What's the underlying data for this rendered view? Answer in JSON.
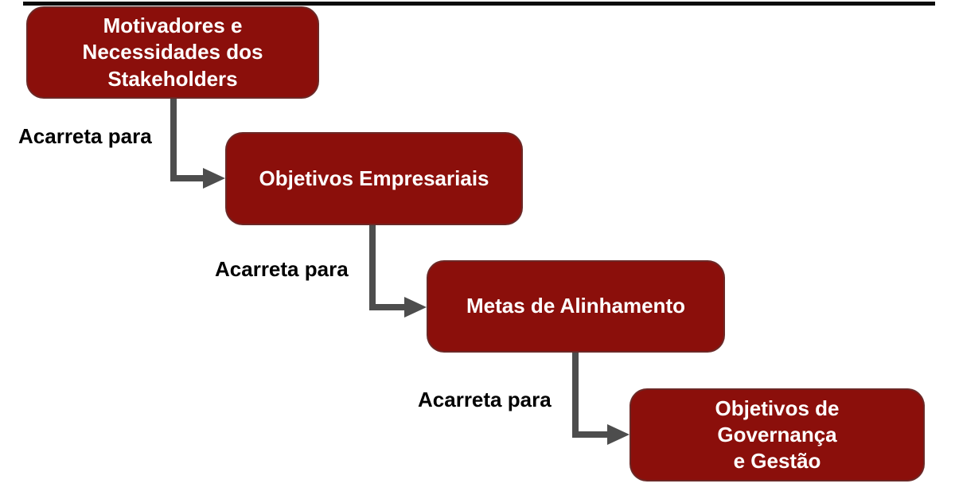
{
  "diagram": {
    "description": "Goals cascade flow diagram with four maroon rounded boxes connected by elbow arrows",
    "colors": {
      "node_fill": "#8B0F0B",
      "node_border": "#464646",
      "node_text": "#FFFFFF",
      "arrow": "#4D4D4D",
      "top_rule": "#0B0B0B",
      "connector_label_text": "#000000"
    },
    "nodes": [
      {
        "label": "Motivadores e\nNecessidades dos\nStakeholders"
      },
      {
        "label": "Objetivos Empresariais"
      },
      {
        "label": "Metas de Alinhamento"
      },
      {
        "label": "Objetivos de\nGovernança\ne Gestão"
      }
    ],
    "connectors": [
      {
        "label": "Acarreta para"
      },
      {
        "label": "Acarreta para"
      },
      {
        "label": "Acarreta para"
      }
    ]
  }
}
